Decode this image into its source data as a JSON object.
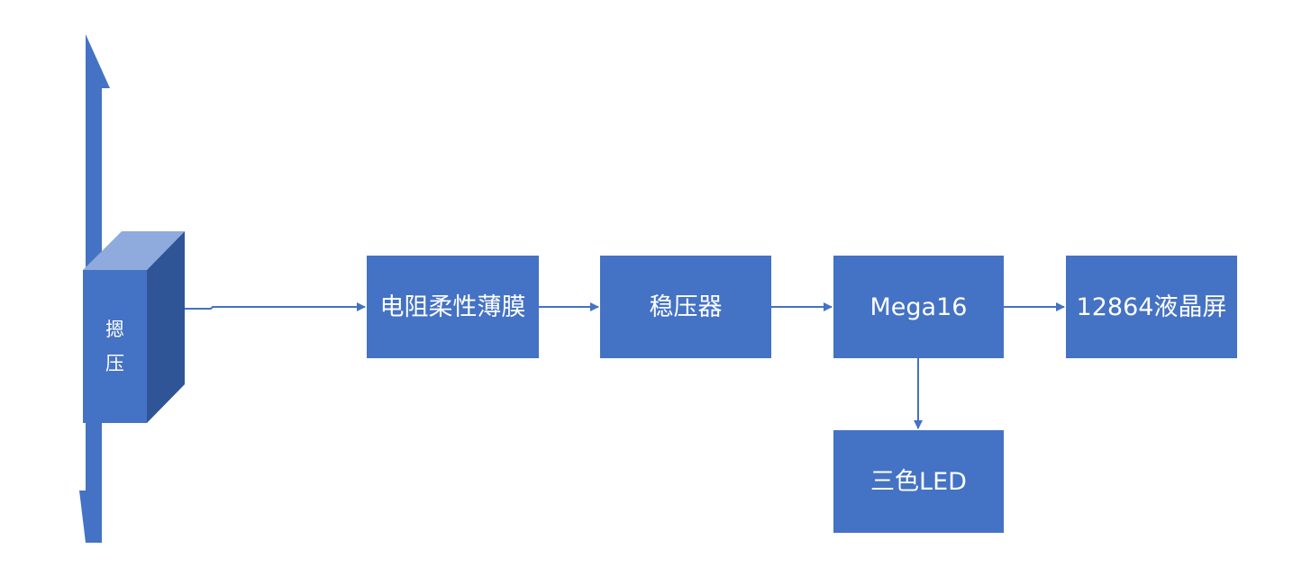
{
  "colors": {
    "block_fill": "#4472C4",
    "block_side": "#2F5597",
    "block_top": "#8FAADC",
    "connector": "#4472C4",
    "label_text": "#FFFFFF",
    "background": "#FFFFFF"
  },
  "nodes": {
    "press_block": {
      "label": "摁压",
      "shape": "3d-block"
    },
    "membrane": {
      "label": "电阻柔性薄膜"
    },
    "regulator": {
      "label": "稳压器"
    },
    "mcu": {
      "label": "Mega16"
    },
    "lcd": {
      "label": "12864液晶屏"
    },
    "led": {
      "label": "三色LED"
    }
  },
  "edges": [
    {
      "from": "press_block",
      "to": "membrane"
    },
    {
      "from": "membrane",
      "to": "regulator"
    },
    {
      "from": "regulator",
      "to": "mcu"
    },
    {
      "from": "mcu",
      "to": "lcd"
    },
    {
      "from": "mcu",
      "to": "led"
    }
  ],
  "press_arrows": {
    "direction": "vertical-both",
    "icon": "double-vertical-arrow-icon"
  }
}
